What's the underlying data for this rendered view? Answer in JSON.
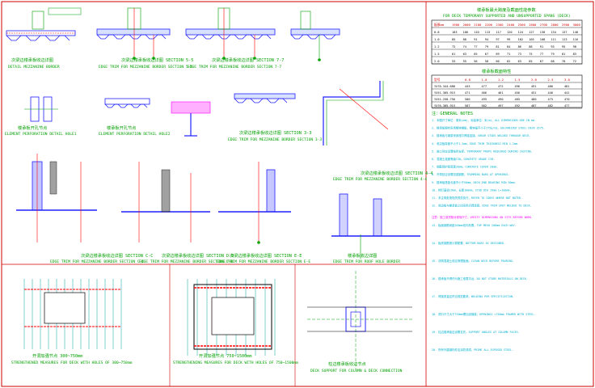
{
  "drawing": {
    "colors": {
      "border": "#d00000",
      "deck": "#2020ff",
      "concrete": "#00a000",
      "rebar": "#ff0000",
      "notes": "#00b0d0",
      "highlight": "#ff00ff",
      "table_text": "#000000"
    }
  },
  "panels": {
    "p1": {
      "cn": "次梁边楼承板收边详图",
      "en": "DETAIL MEZZANINE BORDER"
    },
    "p2": {
      "cn": "次梁边楼承板收边详图 SECTION 5-5",
      "en": "EDGE TRIM FOR MEZZANINE BORDER SECTION 5-5"
    },
    "p3": {
      "cn": "次梁边楼承板收边详图 SECTION 7-7",
      "en": "EDGE TRIM FOR MEZZANINE BORDER SECTION 7-7"
    },
    "p4": {
      "cn": "楼承板开孔节点",
      "en": "ELEMENT PERFORATION DETAIL HOLE1"
    },
    "p5": {
      "cn": "楼承板开孔节点",
      "en": "ELEMENT PERFORATION DETAIL HOLE2"
    },
    "p6": {
      "cn": "次梁边楼承板收边详图 SECTION 3-3",
      "en": "EDGE TRIM FOR MEZZANINE BORDER SECTION 3-3"
    },
    "p7": {
      "cn": "次梁边楼承板收边详图 SECTION 4-4",
      "en": "EDGE TRIM FOR MEZZANINE BORDER SECTION 4-4"
    },
    "p8": {
      "cn": "次梁边楼承板收边详图 SECTION C-C",
      "en": "EDGE TRIM FOR MEZZANINE BORDER SECTION C-C"
    },
    "p9": {
      "cn": "次梁边楼承板收边详图 SECTION D-D",
      "en": "EDGE TRIM FOR MEZZANINE BORDER SECTION D-D"
    },
    "p10": {
      "cn": "次梁边楼承板收边详图 SECTION E-E",
      "en": "EDGE TRIM FOR MEZZANINE BORDER SECTION E-E"
    },
    "p11": {
      "cn": "楼承板收边详图",
      "en": "EDGE TRIM FOR ROOF HOLE BORDER"
    },
    "p12": {
      "cn": "开洞加强节点 300~750mm",
      "en": "STRENGTHENED MEASURES FOR DECK WITH HOLES OF 300~750mm"
    },
    "p13": {
      "cn": "开洞加强节点 750~1500mm",
      "en": "STRENGTHENING MEASURES FOR DECK WITH HOLES OF 750~1500mm"
    },
    "p14": {
      "cn": "柱边楼承板收边节点",
      "en": "DECK SUPPORT FOR COLUMN & DECK CONNECTION"
    }
  },
  "table1": {
    "title_cn": "楼承板最大跨度及截面性能参数",
    "title_en": "FOR DECK TEMPORARY SUPPORTED AND UNSUPPORTED SPANS (DECK)",
    "header": [
      "板厚mm",
      "1900",
      "2000",
      "2100",
      "2200",
      "2300",
      "2400",
      "2500",
      "2600",
      "2700",
      "2800",
      "2900",
      "3000"
    ],
    "rows": [
      [
        "0.8",
        "103",
        "106",
        "110",
        "113",
        "117",
        "120",
        "124",
        "127",
        "130",
        "134",
        "137",
        "140"
      ],
      [
        "1.0",
        "85",
        "88",
        "91",
        "94",
        "97",
        "99",
        "102",
        "105",
        "108",
        "111",
        "113",
        "116"
      ],
      [
        "1.2",
        "72",
        "74",
        "77",
        "79",
        "81",
        "84",
        "86",
        "88",
        "91",
        "93",
        "95",
        "98"
      ],
      [
        "1.5",
        "61",
        "63",
        "65",
        "67",
        "69",
        "71",
        "73",
        "75",
        "77",
        "79",
        "81",
        "83"
      ],
      [
        "2.0",
        "53",
        "55",
        "56",
        "58",
        "60",
        "62",
        "63",
        "65",
        "67",
        "68",
        "70",
        "72"
      ]
    ]
  },
  "table2": {
    "title": "楼承板截面特性",
    "header": [
      "型号",
      "0.8",
      "1.0",
      "1.2",
      "1.5",
      "2.0",
      "2.5",
      "3.0"
    ],
    "rows": [
      [
        "YX76-344-688",
        "443",
        "477",
        "472",
        "496",
        "491",
        "486",
        "481"
      ],
      [
        "YX51-305-915",
        "471",
        "466",
        "461",
        "456",
        "451",
        "446",
        "441"
      ],
      [
        "YX51-250-750",
        "500",
        "495",
        "490",
        "485",
        "480",
        "475",
        "470"
      ],
      [
        "YX76-305-915",
        "507",
        "502",
        "497",
        "492",
        "487",
        "482",
        "477"
      ]
    ]
  },
  "notes": {
    "title": "注：GENERAL NOTES",
    "lines": [
      "1. 本图尺寸单位：毫米(mm)，标高单位：米(m)。ALL DIMENSIONS ARE IN mm.",
      "2. 楼承板钢材采用镀锌钢板，镀锌量不小于275g/m2。GALVANIZED STEEL DECK Z275.",
      "3. 楼承板与钢梁采用栓钉焊接连接。SHEAR STUDS WELDED THROUGH DECK.",
      "4. 收边板厚度不小于1.2mm。EDGE TRIM THICKNESS MIN 1.2mm.",
      "5. 施工时应设置临时支撑。TEMPORARY PROPS REQUIRED DURING CASTING.",
      "6. 混凝土强度等级C30。CONCRETE GRADE C30.",
      "7. 钢筋保护层厚度20mm。CONCRETE COVER 20mm.",
      "8. 开洞处应设置加强钢筋。TRIMMING BARS AT OPENINGS.",
      "9. 楼承板搭接长度不小于50mm。DECK END BEARING MIN 50mm.",
      "10. 栓钉直径19mm，长度100mm。STUD DIA 19mm L=100mm.",
      "11. 未注明处按相关规范执行。REFER TO CODES WHERE NOT NOTED.",
      "12. 收边板与楼承板之间采用点焊连接。EDGE TRIM SPOT WELDED TO DECK."
    ],
    "highlight": "注意：施工前须核对现场尺寸。VERIFY DIMENSIONS ON SITE BEFORE WORK.",
    "more": [
      "13. 板面钢筋间距200mm双向布置。TOP MESH 200mm EACH WAY.",
      "14. 板底钢筋按计算配置。BOTTOM BARS AS DESIGNED.",
      "15. 浇筑混凝土前应清理板面。CLEAN DECK BEFORE POURING.",
      "16. 楼承板不得作为施工堆载平台。DO NOT STORE MATERIALS ON DECK.",
      "17. 焊接质量应符合规范要求。WELDING PER SPECIFICATION.",
      "18. 洞口尺寸大于750mm需加设钢梁。OPENINGS >750mm FRAMED WITH STEEL.",
      "19. 柱边楼承板应设置支托。SUPPORT ANGLES AT COLUMN FACES.",
      "20. 所有外露钢构件应涂防锈漆。PRIME ALL EXPOSED STEEL."
    ]
  }
}
